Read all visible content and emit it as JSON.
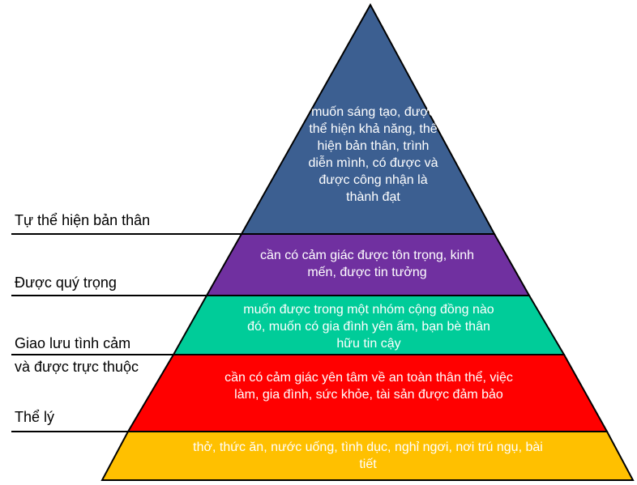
{
  "colors": {
    "level1": "#ffc000",
    "level2": "#ff0000",
    "level3": "#00cc99",
    "level4": "#7030a0",
    "level5": "#3c5f91",
    "outline": "#000000",
    "text_on_level": "#ffffff"
  },
  "levels": [
    {
      "id": "physiological",
      "side_label": "Thể lý",
      "description": "thở, thức ăn, nước uống, tình dục, nghỉ ngơi, nơi trú ngụ, bài tiết"
    },
    {
      "id": "safety",
      "side_label": "",
      "description": "cần có cảm giác yên tâm về an toàn thân thể, việc làm, gia đình, sức khỏe, tài sản được đảm bảo"
    },
    {
      "id": "belonging",
      "side_label": "Giao lưu tình cảm và được trực thuộc",
      "side_label_line1": "Giao lưu tình cảm",
      "side_label_line2": "và được trực thuộc",
      "description": "muốn được trong một nhóm cộng đồng nào đó, muốn có gia đình yên ấm, bạn bè thân hữu tin cậy"
    },
    {
      "id": "esteem",
      "side_label": "Được quý trọng",
      "description": "cần có cảm giác được tôn trọng, kinh mến, được tin tưởng"
    },
    {
      "id": "self-actualization",
      "side_label": "Tự thể hiện bản thân",
      "description": "muốn sáng tạo, được thể hiện khả năng, thể hiện bản thân, trình diễn mình, có được và được công nhận là thành đạt"
    }
  ]
}
